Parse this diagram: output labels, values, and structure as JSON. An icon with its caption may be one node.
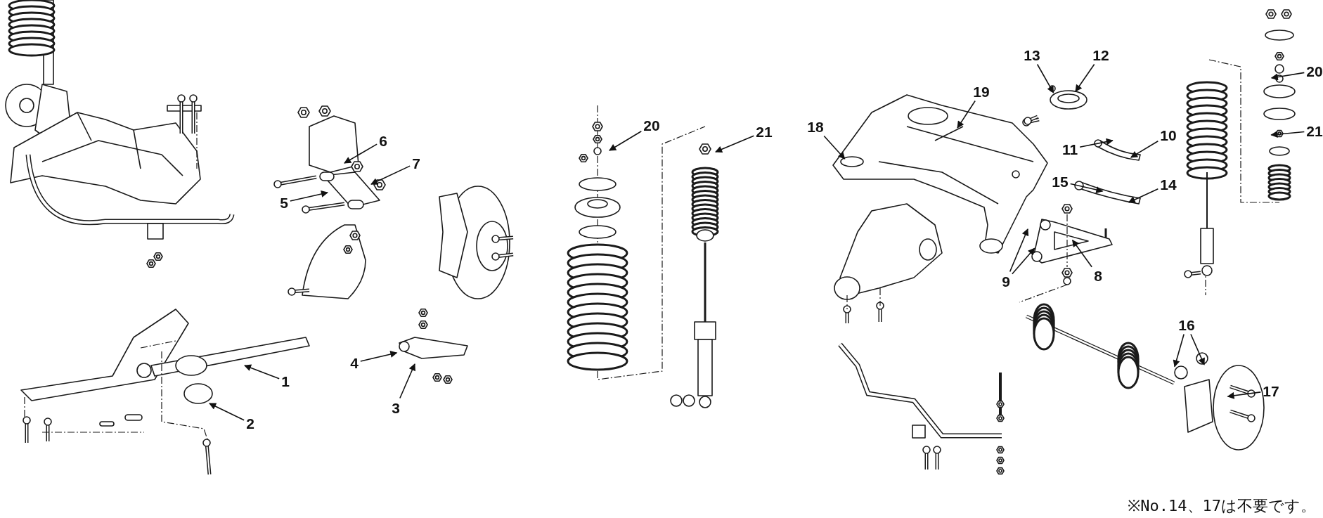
{
  "diagram": {
    "nodes": [
      {
        "text": [
          "1"
        ]
      },
      {
        "text": [
          "2"
        ]
      },
      {
        "text": [
          "3"
        ]
      },
      {
        "text": [
          "4"
        ]
      },
      {
        "text": [
          "5"
        ]
      },
      {
        "text": [
          "6"
        ]
      },
      {
        "text": [
          "7"
        ]
      },
      {
        "text": [
          "20"
        ]
      },
      {
        "text": [
          "21"
        ]
      },
      {
        "text": [
          "18"
        ]
      },
      {
        "text": [
          "19"
        ]
      },
      {
        "text": [
          "13"
        ]
      },
      {
        "text": [
          "12"
        ]
      },
      {
        "text": [
          "11"
        ]
      },
      {
        "text": [
          "10"
        ]
      },
      {
        "text": [
          "15"
        ]
      },
      {
        "text": [
          "14"
        ]
      },
      {
        "text": [
          "9"
        ]
      },
      {
        "text": [
          "8"
        ]
      },
      {
        "text": [
          "20"
        ]
      },
      {
        "text": [
          "21"
        ]
      },
      {
        "text": [
          "16"
        ]
      },
      {
        "text": [
          "17"
        ]
      }
    ],
    "edges": [
      {
        "from": 0,
        "to": null,
        "arrow": "to"
      },
      {
        "from": 1,
        "to": null,
        "arrow": "to"
      },
      {
        "from": 2,
        "to": null,
        "arrow": "to"
      },
      {
        "from": 3,
        "to": null,
        "arrow": "to"
      },
      {
        "from": 4,
        "to": null,
        "arrow": "to"
      },
      {
        "from": 5,
        "to": null,
        "arrow": "to"
      },
      {
        "from": 6,
        "to": null,
        "arrow": "to"
      },
      {
        "from": 7,
        "to": null,
        "arrow": "to"
      },
      {
        "from": 8,
        "to": null,
        "arrow": "to"
      },
      {
        "from": 9,
        "to": null,
        "arrow": "to"
      },
      {
        "from": 10,
        "to": null,
        "arrow": "to"
      },
      {
        "from": 11,
        "to": null,
        "arrow": "to"
      },
      {
        "from": 12,
        "to": null,
        "arrow": "to"
      },
      {
        "from": 13,
        "to": null,
        "arrow": "to"
      },
      {
        "from": 14,
        "to": null,
        "arrow": "to"
      },
      {
        "from": 15,
        "to": null,
        "arrow": "to"
      },
      {
        "from": 16,
        "to": null,
        "arrow": "to"
      },
      {
        "from": 17,
        "to": null,
        "arrow": "to"
      },
      {
        "from": 17,
        "to": null,
        "arrow": "to"
      },
      {
        "from": 18,
        "to": null,
        "arrow": "to"
      },
      {
        "from": 19,
        "to": null,
        "arrow": "to"
      },
      {
        "from": 20,
        "to": null,
        "arrow": "to"
      },
      {
        "from": 21,
        "to": null,
        "arrow": "to"
      },
      {
        "from": 21,
        "to": null,
        "arrow": "to"
      },
      {
        "from": 22,
        "to": null,
        "arrow": "to"
      }
    ],
    "labels": [
      "※No.14、17は不要です。"
    ]
  }
}
